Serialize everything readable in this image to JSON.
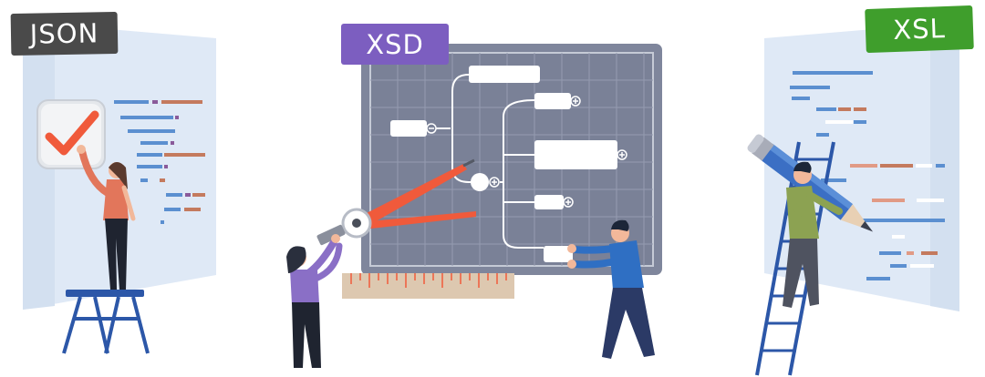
{
  "labels": {
    "json": "JSON",
    "xsd": "XSD",
    "xsl": "XSL"
  },
  "colors": {
    "json_tag": "#4a4a4a",
    "xsd_tag": "#7c5ec0",
    "xsl_tag": "#3f9e2c",
    "board": "#7f869c",
    "panel": "#dde8f5",
    "accent_red": "#f05a3b",
    "code_blue": "#5b8fd0"
  },
  "icons": [
    "checkmark-icon",
    "compass-icon",
    "pencil-icon",
    "ruler-icon",
    "ladder-icon"
  ]
}
